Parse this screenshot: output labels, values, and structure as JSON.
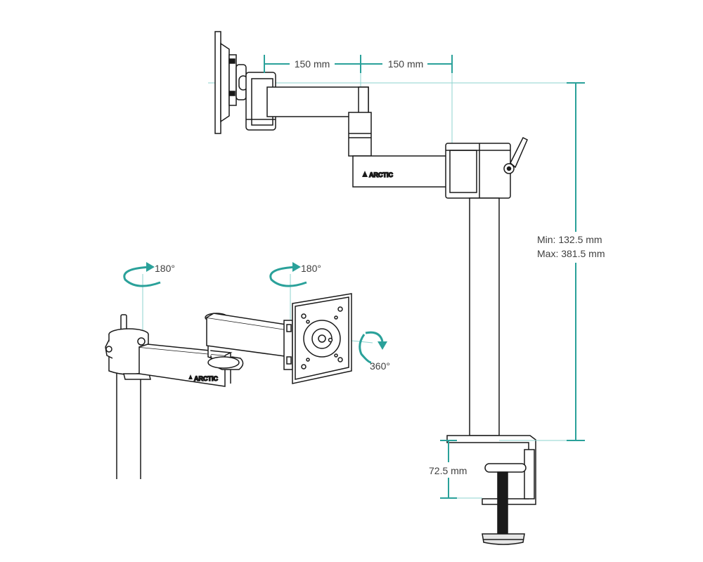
{
  "colors": {
    "dimension": "#2aa19a",
    "guide": "#8ed3cf",
    "outline": "#1a1a1a",
    "part_fill": "#ffffff",
    "label_text": "#404040"
  },
  "dimensions": {
    "arm_segment_1": "150 mm",
    "arm_segment_2": "150 mm",
    "height_min": "Min: 132.5 mm",
    "height_max": "Max: 381.5 mm",
    "clamp_thickness": "72.5 mm"
  },
  "rotations": {
    "pole_swivel": "180°",
    "arm_swivel": "180°",
    "plate_rotation": "360°"
  },
  "brand": {
    "logo_text_top": "ARCTIC",
    "logo_text_bottom": "ARCTIC"
  },
  "icons": {
    "rotation": "curved-arrow-icon",
    "logo": "arctic-logo-icon"
  }
}
